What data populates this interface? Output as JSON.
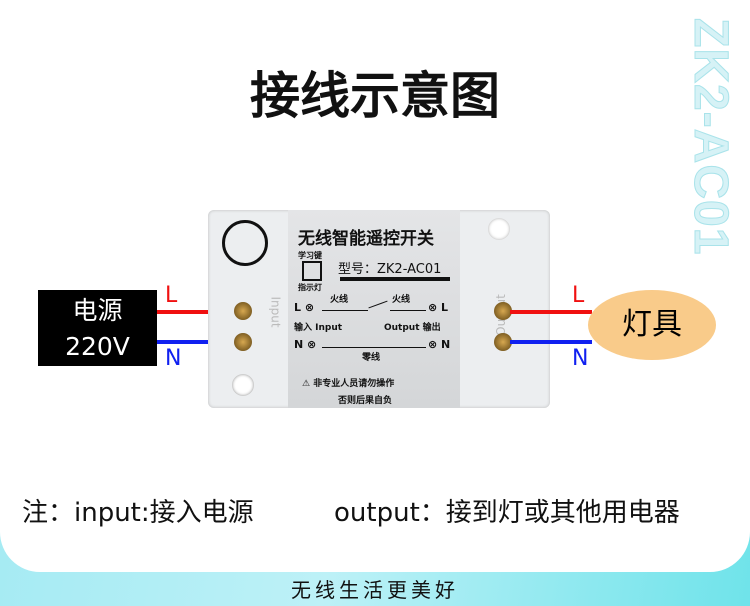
{
  "watermark": "ZK2-AC01",
  "title": "接线示意图",
  "source": {
    "line1": "电源",
    "line2": "220V"
  },
  "wire_labels": {
    "live": "L",
    "neutral": "N"
  },
  "device": {
    "name": "无线智能遥控开关",
    "learn_key": "学习键",
    "indicator": "指示灯",
    "model": "型号：ZK2-AC01",
    "live_wire": "火线",
    "neutral_wire": "零线",
    "input": "输入 Input",
    "output": "Output 输出",
    "side_input": "Input",
    "side_output": "Output",
    "warning1": "非专业人员请勿操作",
    "warning2": "否则后果自负"
  },
  "lamp": "灯具",
  "note_input": "注：input:接入电源",
  "note_output": "output：接到灯或其他用电器",
  "slogan": "无线生活更美好",
  "colors": {
    "live": "#f01010",
    "neutral": "#1020f0",
    "lamp": "#f9cb8a"
  }
}
